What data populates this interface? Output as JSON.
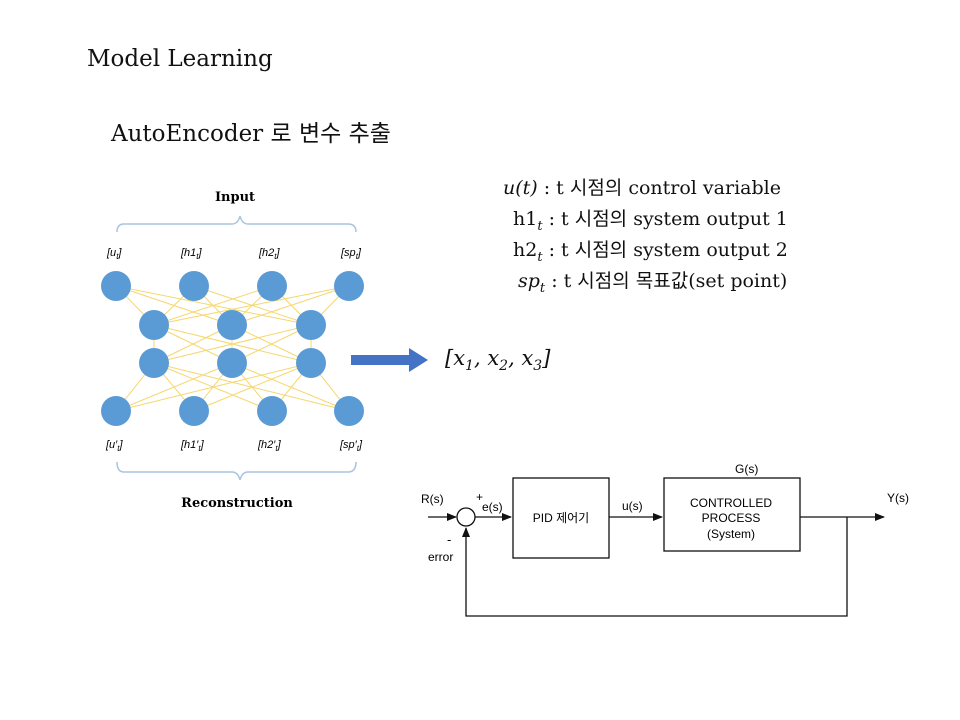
{
  "slide": {
    "title": "Model Learning",
    "subtitle": "AutoEncoder 로 변수 추출"
  },
  "legend": [
    {
      "symbol": "u(t)",
      "subscript": "",
      "text": " : t 시점의 control variable"
    },
    {
      "symbol": "h1",
      "subscript": "t",
      "text": " : t 시점의 system output 1"
    },
    {
      "symbol": "h2",
      "subscript": "t",
      "text": " : t 시점의 system output 2"
    },
    {
      "symbol": "sp",
      "subscript": "t",
      "text": " : t 시점의 목표값(set point)"
    }
  ],
  "latent": {
    "open": "[x",
    "s1": "1",
    "sep1": ", x",
    "s2": "2",
    "sep2": ", x",
    "s3": "3",
    "close": "]"
  },
  "autoencoder": {
    "input_label": "Input",
    "output_label": "Reconstruction",
    "input_nodes": [
      "[u",
      "[h1",
      "[h2",
      "[sp"
    ],
    "input_subs": [
      "t",
      "t",
      "t",
      "t"
    ],
    "output_nodes": [
      "[u′",
      "[h1′",
      "[h2′",
      "[sp′"
    ],
    "node_color": "#5b9bd5",
    "edge_color": "#f5d76e",
    "arrow_color": "#4472c4"
  },
  "block_diagram": {
    "input_signal": "R(s)",
    "plus_sign": "+",
    "minus_sign": "-",
    "error_signal": "e(s)",
    "error_label": "error",
    "controller": "PID 제어기",
    "control_signal": "u(s)",
    "plant_label": "G(s)",
    "plant_line1": "CONTROLLED",
    "plant_line2": "PROCESS",
    "plant_line3": "(System)",
    "output_signal": "Y(s)"
  }
}
